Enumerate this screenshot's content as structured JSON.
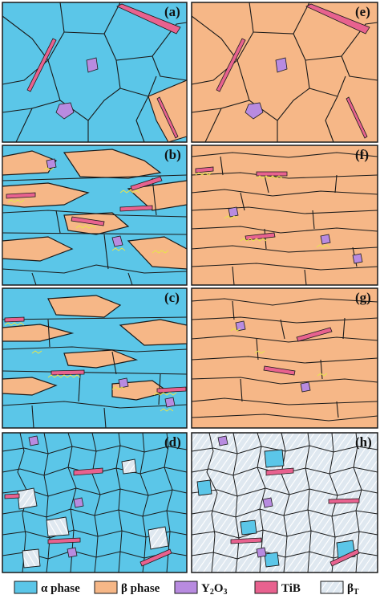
{
  "colors": {
    "alpha": "#5bc6e8",
    "beta": "#f6b787",
    "y2o3": "#b88be0",
    "tib": "#e8628f",
    "beta_t": "#dfe8f0",
    "boundary": "#1a1a1a",
    "dislocation": "#e8e64a"
  },
  "panels": [
    {
      "id": "a",
      "label": "(a)",
      "matrix": "alpha"
    },
    {
      "id": "b",
      "label": "(b)",
      "matrix": "alpha"
    },
    {
      "id": "c",
      "label": "(c)",
      "matrix": "alpha"
    },
    {
      "id": "d",
      "label": "(d)",
      "matrix": "alpha"
    },
    {
      "id": "e",
      "label": "(e)",
      "matrix": "beta"
    },
    {
      "id": "f",
      "label": "(f)",
      "matrix": "beta"
    },
    {
      "id": "g",
      "label": "(g)",
      "matrix": "beta"
    },
    {
      "id": "h",
      "label": "(h)",
      "matrix": "beta_t"
    }
  ],
  "legend": {
    "items": [
      {
        "key": "alpha",
        "label": "α phase",
        "icon": "alpha-swatch"
      },
      {
        "key": "beta",
        "label": "β phase",
        "icon": "beta-swatch"
      },
      {
        "key": "y2o3",
        "label": "Y",
        "sub1": "2",
        "mid": "O",
        "sub2": "3",
        "icon": "y2o3-swatch"
      },
      {
        "key": "tib",
        "label": "TiB",
        "icon": "tib-swatch"
      },
      {
        "key": "beta_t",
        "label": "β",
        "sub1": "T",
        "icon": "beta-t-swatch"
      }
    ]
  }
}
